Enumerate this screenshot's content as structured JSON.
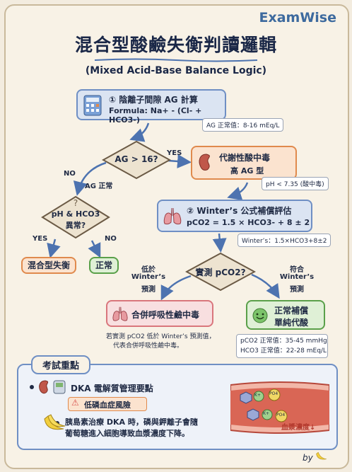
{
  "brand": "ExamWise",
  "title": "混合型酸鹼失衡判讀邏輯",
  "subtitle": "(Mixed Acid-Base Balance Logic)",
  "step1": {
    "title": "① 陰離子間隙 AG 計算",
    "formula": "Formula: Na+ - (Cl- + HCO3-)",
    "note": "AG 正常值：8-16 mEq/L"
  },
  "decision_ag": {
    "label": "AG > 16?",
    "yes": "YES",
    "no": "NO",
    "no_note": "AG 正常"
  },
  "metabolic": {
    "title": "代謝性酸中毒",
    "subtitle": "高 AG 型",
    "note": "pH < 7.35 (酸中毒)"
  },
  "decision_ph": {
    "q": "?",
    "label": "pH & HCO3",
    "label2": "異常?",
    "yes": "YES",
    "no": "NO"
  },
  "mixed": "混合型失衡",
  "normal": "正常",
  "step2": {
    "title": "② Winter’s 公式補償評估",
    "formula": "pCO2 = 1.5 × HCO3- + 8 ± 2",
    "note": "Winter’s：1.5×HCO3+8±2"
  },
  "decision_pco2": {
    "label": "實測 pCO2?",
    "left1": "低於",
    "left2": "Winter’s",
    "left3": "預測",
    "right1": "符合",
    "right2": "Winter’s",
    "right3": "預測"
  },
  "resp_acidosis": {
    "title": "合併呼吸性鹼中毒",
    "note1": "若實測 pCO2 低於 Winter’s 預測值，",
    "note2": "代表合併呼吸性鹼中毒。"
  },
  "compensated": {
    "line1": "正常補償",
    "line2": "單純代酸",
    "ref1": "pCO2 正常值：35-45 mmHg",
    "ref2": "HCO3 正常值：22-28 mEq/L"
  },
  "exam": {
    "header": "考試重點",
    "item1": "DKA 電解質管理要點",
    "warn": "低磷血症風險",
    "text1": "胰島素治療 DKA 時，磷與鉀離子會隨",
    "text2": "葡萄糖進入細胞導致血漿濃度下降。",
    "vessel_label": "血漿濃度↓",
    "k_label": "K+",
    "po4_label": "PO4"
  },
  "footer": "by",
  "colors": {
    "blue": "#6f8fc4",
    "orange": "#e08a4d",
    "pink": "#d9767c",
    "green": "#5aa04a",
    "arrow": "#4d73b0"
  }
}
